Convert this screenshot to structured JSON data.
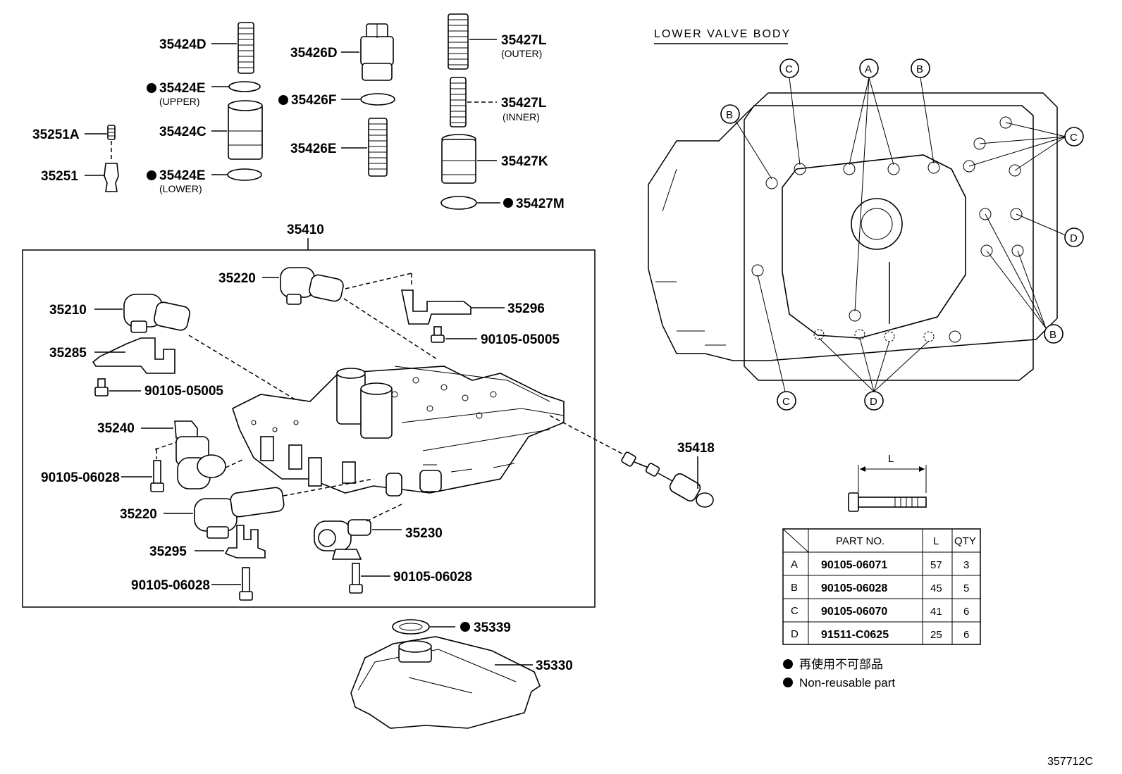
{
  "parts": {
    "p35424D": "35424D",
    "p35424E_upper": "35424E",
    "p35424E_upper_note": "(UPPER)",
    "p35424C": "35424C",
    "p35424E_lower": "35424E",
    "p35424E_lower_note": "(LOWER)",
    "p35251A": "35251A",
    "p35251": "35251",
    "p35426D": "35426D",
    "p35426F": "35426F",
    "p35426E": "35426E",
    "p35427L_outer": "35427L",
    "p35427L_outer_note": "(OUTER)",
    "p35427L_inner": "35427L",
    "p35427L_inner_note": "(INNER)",
    "p35427K": "35427K",
    "p35427M": "35427M",
    "p35410": "35410",
    "p35220_top": "35220",
    "p35210": "35210",
    "p35296": "35296",
    "p90105_05005_a": "90105-05005",
    "p35285": "35285",
    "p90105_05005_b": "90105-05005",
    "p35240": "35240",
    "p90105_06028_a": "90105-06028",
    "p35220_bottom": "35220",
    "p35230": "35230",
    "p35295": "35295",
    "p90105_06028_b": "90105-06028",
    "p90105_06028_c": "90105-06028",
    "p35418": "35418",
    "p35339": "35339",
    "p35330": "35330"
  },
  "valve_body": {
    "title": "LOWER VALVE BODY",
    "callouts": {
      "c_top_left": "C",
      "a_top": "A",
      "b_top": "B",
      "b_left": "B",
      "c_right": "C",
      "d_right": "D",
      "b_right": "B",
      "c_bottom": "C",
      "d_bottom": "D"
    }
  },
  "bolt": {
    "dimension_label": "L"
  },
  "bolt_table": {
    "headers": {
      "part_no": "PART NO.",
      "length": "L",
      "qty": "QTY"
    },
    "rows": [
      {
        "key": "A",
        "part_no": "90105-06071",
        "length": "57",
        "qty": "3"
      },
      {
        "key": "B",
        "part_no": "90105-06028",
        "length": "45",
        "qty": "5"
      },
      {
        "key": "C",
        "part_no": "90105-06070",
        "length": "41",
        "qty": "6"
      },
      {
        "key": "D",
        "part_no": "91511-C0625",
        "length": "25",
        "qty": "6"
      }
    ]
  },
  "legend": {
    "japanese": "再使用不可部品",
    "english": "Non-reusable part"
  },
  "figure_id": "357712C"
}
